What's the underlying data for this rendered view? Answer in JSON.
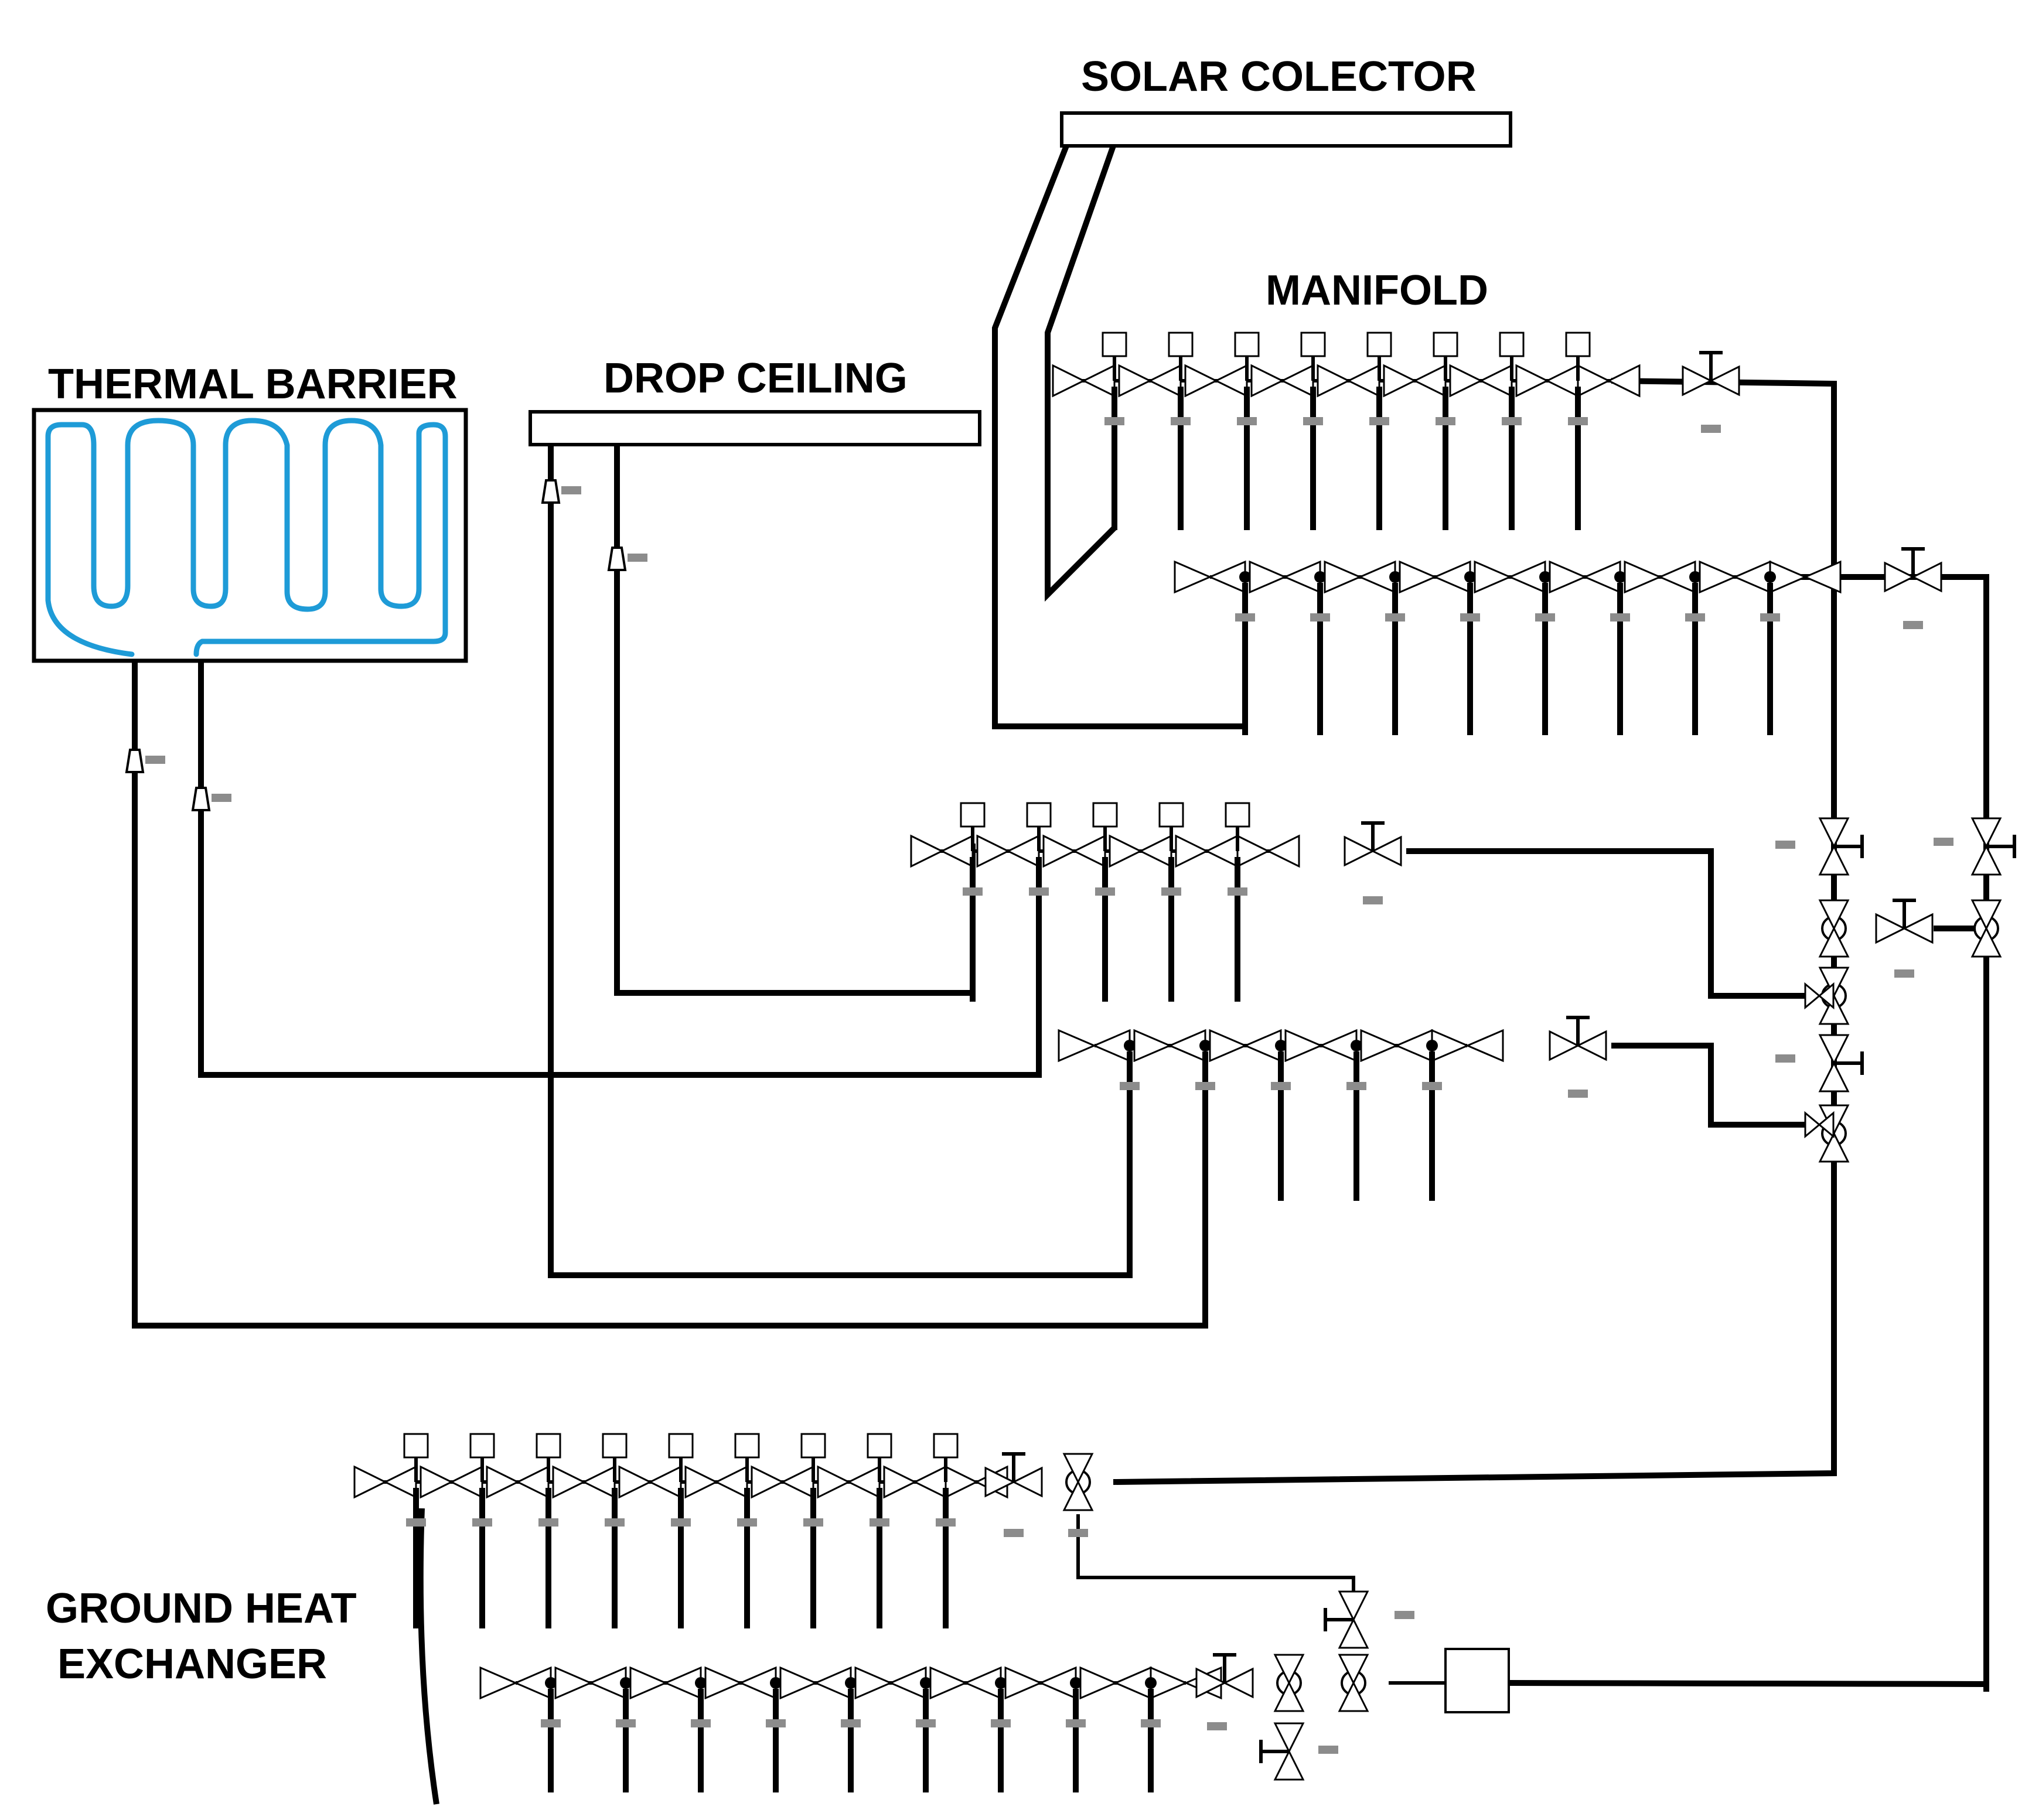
{
  "labels": {
    "solar_collector": "SOLAR COLECTOR",
    "manifold": "MANIFOLD",
    "thermal_barrier": "THERMAL BARRIER",
    "drop_ceiling": "DROP CEILING",
    "ground_heat_exchanger_line1": "GROUND HEAT",
    "ground_heat_exchanger_line2": "EXCHANGER"
  },
  "colors": {
    "coil": "#1e9bd7",
    "line": "#000000",
    "background": "#ffffff"
  }
}
